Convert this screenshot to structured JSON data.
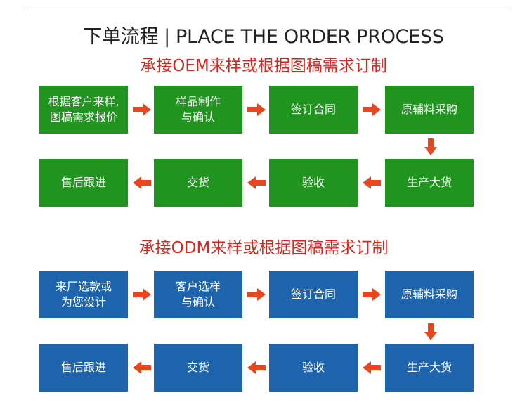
{
  "header": {
    "title_cn": "下单流程",
    "separator": "|",
    "title_en": "PLACE THE ORDER PROCESS"
  },
  "oem": {
    "title": "承接OEM来样或根据图稿需求订制",
    "steps": [
      "根据客户来样,\n图稿需求报价",
      "样品制作\n与确认",
      "签订合同",
      "原辅料采购",
      "生产大货",
      "验收",
      "交货",
      "售后跟进"
    ]
  },
  "odm": {
    "title": "承接ODM来样或根据图稿需求订制",
    "steps": [
      "来厂选款或\n为您设计",
      "客户选样\n与确认",
      "签订合同",
      "原辅料采购",
      "生产大货",
      "验收",
      "交货",
      "售后跟进"
    ]
  },
  "colors": {
    "oem_box": "#20941f",
    "odm_box": "#1d64ad",
    "arrow": "#e8461e",
    "section_title": "#d9251d",
    "top_rule": "#e28a6c"
  },
  "icons": {
    "right_arrow": "arrow-right-icon",
    "left_arrow": "arrow-left-icon",
    "down_arrow": "arrow-down-icon"
  }
}
